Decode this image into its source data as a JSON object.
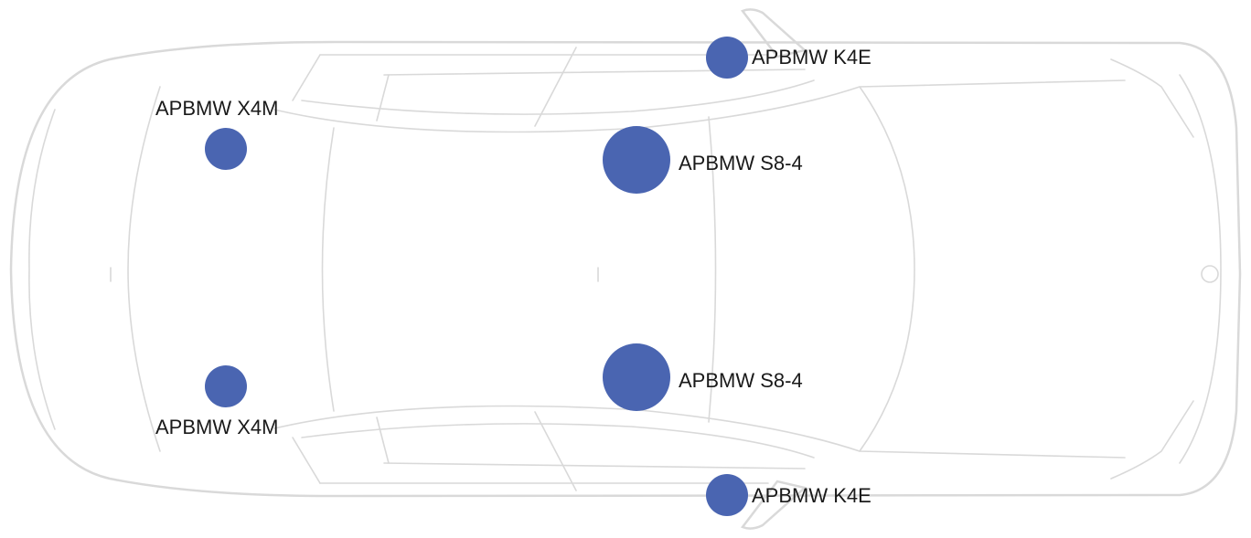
{
  "accent_color": "#4a65b1",
  "vehicle": {
    "icon": "car-top-view-outline"
  },
  "speakers": [
    {
      "id": "front-left-door",
      "label": "APBMW K4E",
      "size": "small"
    },
    {
      "id": "rear-left",
      "label": "APBMW X4M",
      "size": "small"
    },
    {
      "id": "center-left",
      "label": "APBMW S8-4",
      "size": "large"
    },
    {
      "id": "center-right",
      "label": "APBMW S8-4",
      "size": "large"
    },
    {
      "id": "rear-right",
      "label": "APBMW X4M",
      "size": "small"
    },
    {
      "id": "front-right-door",
      "label": "APBMW K4E",
      "size": "small"
    }
  ]
}
